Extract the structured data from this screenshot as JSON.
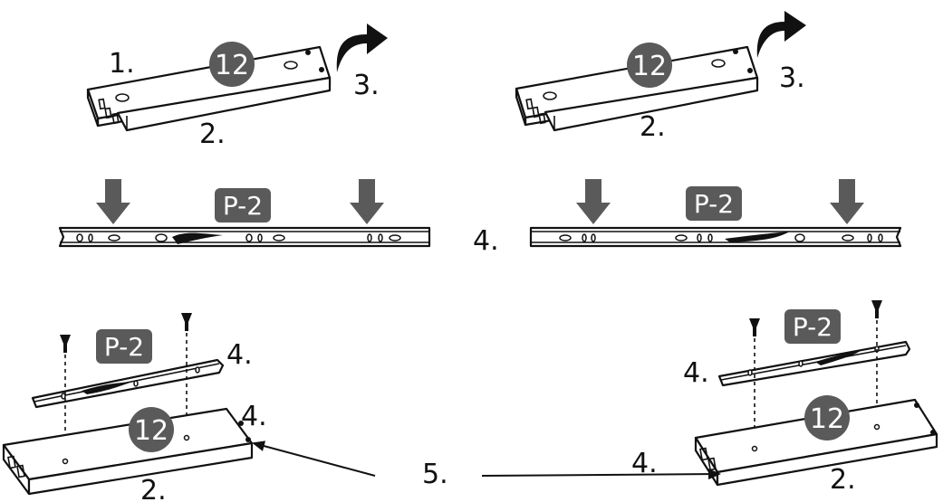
{
  "panel_numbers": {
    "top_left": "12",
    "top_right": "12",
    "bottom_left": "12",
    "bottom_right": "12"
  },
  "tags": {
    "rail_left": "P-2",
    "rail_right": "P-2",
    "bottom_left": "P-2",
    "bottom_right": "P-2"
  },
  "step_labels": {
    "tl_1": "1.",
    "tl_2": "2.",
    "tl_3": "3.",
    "tr_2": "2.",
    "tr_3": "3.",
    "rail_4": "4.",
    "bl_rail_4": "4.",
    "bl_panel_4": "4.",
    "bl_2": "2.",
    "br_rail_4": "4.",
    "br_panel_4": "4.",
    "br_2": "2.",
    "center_5": "5."
  },
  "colors": {
    "badge": "#5a5a5a",
    "outline": "#111111",
    "background": "#ffffff"
  },
  "icons": [
    "curved-arrow-icon",
    "down-arrow-icon",
    "screw-icon",
    "pointer-arrow-icon"
  ]
}
